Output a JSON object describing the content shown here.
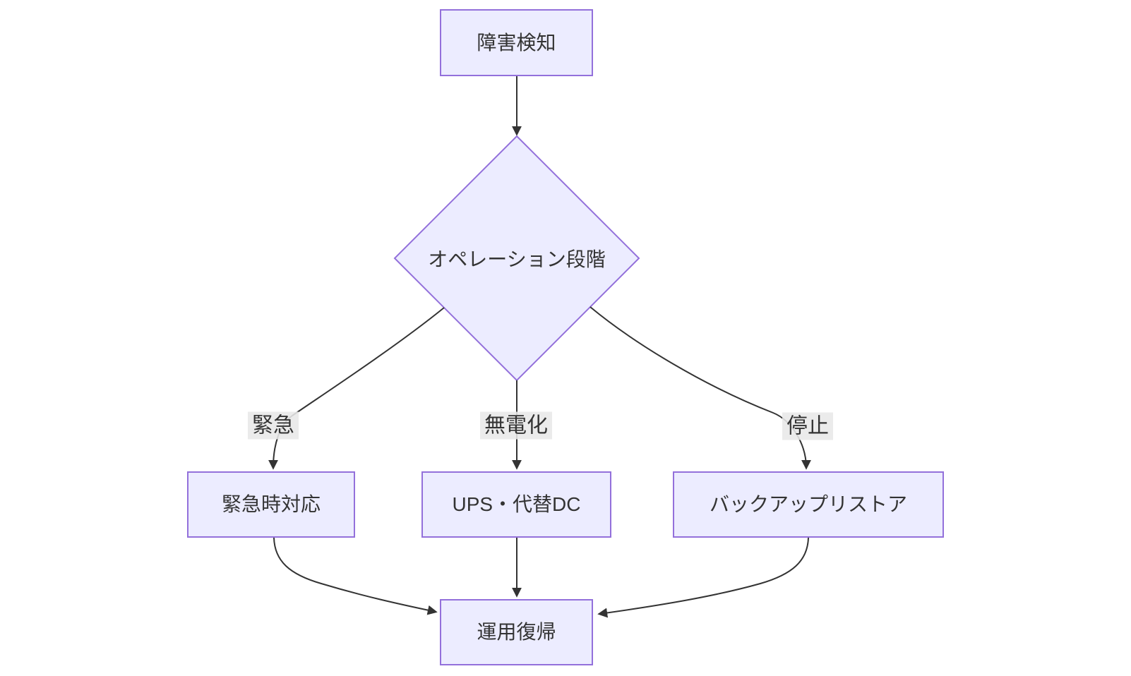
{
  "diagram": {
    "type": "flowchart",
    "direction": "top-down",
    "nodes": {
      "fault_detection": "障害検知",
      "operation_stage": "オペレーション段階",
      "emergency_response": "緊急時対応",
      "ups_alt_dc": "UPS・代替DC",
      "backup_restore": "バックアップリストア",
      "return_to_operation": "運用復帰"
    },
    "edge_labels": {
      "emergency": "緊急",
      "no_power": "無電化",
      "stop": "停止"
    },
    "edges": [
      {
        "from": "fault_detection",
        "to": "operation_stage",
        "label": ""
      },
      {
        "from": "operation_stage",
        "to": "emergency_response",
        "label": "緊急"
      },
      {
        "from": "operation_stage",
        "to": "ups_alt_dc",
        "label": "無電化"
      },
      {
        "from": "operation_stage",
        "to": "backup_restore",
        "label": "停止"
      },
      {
        "from": "emergency_response",
        "to": "return_to_operation",
        "label": ""
      },
      {
        "from": "ups_alt_dc",
        "to": "return_to_operation",
        "label": ""
      },
      {
        "from": "backup_restore",
        "to": "return_to_operation",
        "label": ""
      }
    ],
    "colors": {
      "node_fill": "#ECECFF",
      "node_border": "#9370DB",
      "edge_line": "#333333",
      "text": "#333333",
      "edge_label_bg": "#e8e8e8",
      "background": "#ffffff"
    }
  }
}
